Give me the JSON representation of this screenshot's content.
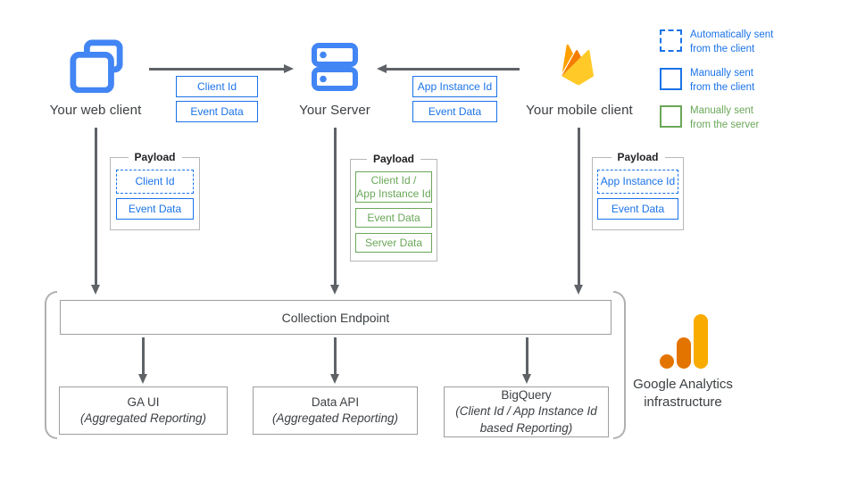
{
  "colors": {
    "blue_accent": "#1a73e8",
    "icon_blue": "#4285f4",
    "green_accent": "#6aa758",
    "arrow_gray": "#5f6368",
    "box_border_gray": "#9e9e9e",
    "text_dark": "#3c4043",
    "firebase_yellow": "#FFCA28",
    "firebase_orange": "#FFA000",
    "firebase_deep_orange": "#F57C00",
    "ga_logo_amber": "#F9AB00",
    "ga_logo_orange": "#E37400"
  },
  "nodes": {
    "web_client": {
      "label": "Your web client"
    },
    "server": {
      "label": "Your Server"
    },
    "mobile_client": {
      "label": "Your mobile client"
    }
  },
  "flow_tags": {
    "web_to_server": {
      "tag1": "Client Id",
      "tag2": "Event Data"
    },
    "mobile_to_server": {
      "tag1": "App Instance Id",
      "tag2": "Event Data"
    }
  },
  "legend": {
    "auto_client": {
      "line1": "Automatically sent",
      "line2": "from the client"
    },
    "manual_client": {
      "line1": "Manually sent",
      "line2": "from the client"
    },
    "manual_server": {
      "line1": "Manually sent",
      "line2": "from the server"
    }
  },
  "payloads": {
    "web": {
      "title": "Payload",
      "item1": "Client Id",
      "item2": "Event Data"
    },
    "server": {
      "title": "Payload",
      "item1_line1": "Client Id /",
      "item1_line2": "App Instance Id",
      "item2": "Event Data",
      "item3": "Server Data"
    },
    "mobile": {
      "title": "Payload",
      "item1": "App Instance Id",
      "item2": "Event Data"
    }
  },
  "infrastructure": {
    "collection_endpoint": "Collection Endpoint",
    "ga_ui": {
      "title": "GA UI",
      "subtitle": "(Aggregated Reporting)"
    },
    "data_api": {
      "title": "Data API",
      "subtitle": "(Aggregated Reporting)"
    },
    "bigquery": {
      "title": "BigQuery",
      "subtitle": "(Client Id / App Instance Id based Reporting)"
    },
    "brand": {
      "line1": "Google Analytics",
      "line2": "infrastructure"
    }
  }
}
